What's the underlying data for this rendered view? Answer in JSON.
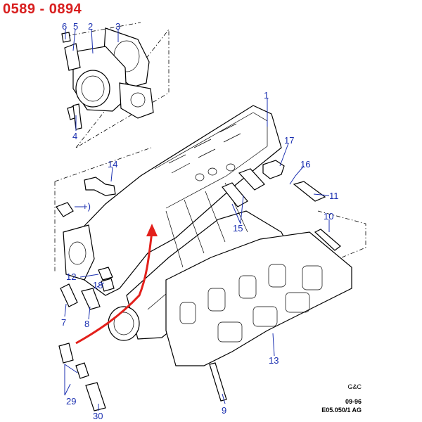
{
  "header": {
    "title": "0589 - 0894",
    "title_color": "#d81e1e"
  },
  "accent_color": "#1a2fb0",
  "highlight_color": "#e3201b",
  "callouts": [
    {
      "id": "6",
      "text": "6"
    },
    {
      "id": "5",
      "text": "5"
    },
    {
      "id": "2",
      "text": "2"
    },
    {
      "id": "3",
      "text": "3"
    },
    {
      "id": "4",
      "text": "4"
    },
    {
      "id": "1",
      "text": "1"
    },
    {
      "id": "17",
      "text": "17"
    },
    {
      "id": "16",
      "text": "16"
    },
    {
      "id": "14",
      "text": "14"
    },
    {
      "id": "11",
      "text": "11"
    },
    {
      "id": "+)",
      "text": "+)"
    },
    {
      "id": "15",
      "text": "15"
    },
    {
      "id": "10",
      "text": "10"
    },
    {
      "id": "12",
      "text": "12"
    },
    {
      "id": "18",
      "text": "18"
    },
    {
      "id": "7",
      "text": "7"
    },
    {
      "id": "8",
      "text": "8"
    },
    {
      "id": "13",
      "text": "13"
    },
    {
      "id": "29",
      "text": "29"
    },
    {
      "id": "9",
      "text": "9"
    },
    {
      "id": "30",
      "text": "30"
    }
  ],
  "footer": {
    "maker": "G&C",
    "date": "09-96",
    "ref": "E05.050/1 AG"
  }
}
